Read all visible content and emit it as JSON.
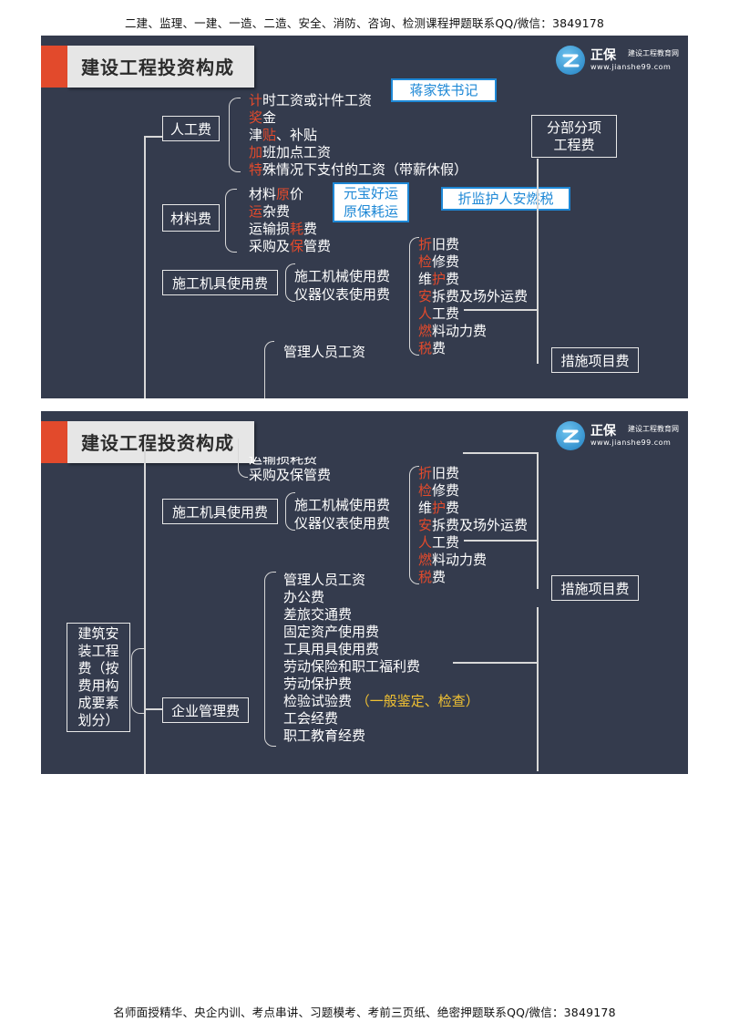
{
  "header": "二建、监理、一建、一造、二造、安全、消防、咨询、检测课程押题联系QQ/微信：3849178",
  "footer": "名师面授精华、央企内训、考点串讲、习题模考、考前三页纸、绝密押题联系QQ/微信：3849178",
  "slide_title": "建设工程投资构成",
  "logo": {
    "name": "正保",
    "sub": "建设工程教育网",
    "url": "www.jianshe99.com"
  },
  "colors": {
    "background": "#343b4d",
    "highlight": "#e24a2c",
    "note": "#1e88d6",
    "yellow": "#f2c232"
  },
  "slide1": {
    "labor_box": "人工费",
    "labor_items": [
      {
        "h": "计",
        "r": "时工资或计件工资"
      },
      {
        "h": "奖",
        "r": "金"
      },
      {
        "p": "津",
        "h": "贴",
        "r": "、补贴"
      },
      {
        "h": "加",
        "r": "班加点工资"
      },
      {
        "h": "特",
        "r": "殊情况下支付的工资（带薪休假）"
      }
    ],
    "labor_note": "蒋家铁书记",
    "material_box": "材料费",
    "material_items": [
      {
        "p": "材料",
        "h": "原",
        "r": "价"
      },
      {
        "h": "运",
        "r": "杂费"
      },
      {
        "p": "运输损",
        "h": "耗",
        "r": "费"
      },
      {
        "p": "采购及",
        "h": "保",
        "r": "管费"
      }
    ],
    "material_note": [
      "元宝好运",
      "原保耗运"
    ],
    "machine_note": "折监护人安燃税",
    "machine_box": "施工机具使用费",
    "machine_items": [
      "施工机械使用费",
      "仪器仪表使用费"
    ],
    "machine_sub": [
      {
        "h": "折",
        "r": "旧费"
      },
      {
        "h": "检",
        "r": "修费"
      },
      {
        "p": "维",
        "h": "护",
        "r": "费"
      },
      {
        "h": "安",
        "r": "拆费及场外运费"
      },
      {
        "h": "人",
        "r": "工费"
      },
      {
        "h": "燃",
        "r": "料动力费"
      },
      {
        "h": "税",
        "r": "费"
      }
    ],
    "section_box": "分部分项\n工程费",
    "mgmt_first": "管理人员工资",
    "measures_box": "措施项目费"
  },
  "slide2": {
    "partial_material": "运输损耗费",
    "material_last": "采购及保管费",
    "machine_box": "施工机具使用费",
    "machine_items": [
      "施工机械使用费",
      "仪器仪表使用费"
    ],
    "machine_sub": [
      {
        "h": "折",
        "r": "旧费"
      },
      {
        "h": "检",
        "r": "修费"
      },
      {
        "p": "维",
        "h": "护",
        "r": "费"
      },
      {
        "h": "安",
        "r": "拆费及场外运费"
      },
      {
        "h": "人",
        "r": "工费"
      },
      {
        "h": "燃",
        "r": "料动力费"
      },
      {
        "h": "税",
        "r": "费"
      }
    ],
    "measures_box": "措施项目费",
    "root_box": "建筑安\n装工程\n费（按\n费用构\n成要素\n划分）",
    "mgmt_box": "企业管理费",
    "mgmt_items": [
      "管理人员工资",
      "办公费",
      "差旅交通费",
      "固定资产使用费",
      "工具用具使用费",
      "劳动保险和职工福利费",
      "劳动保护费",
      "检验试验费",
      "工会经费",
      "职工教育经费"
    ],
    "inspection_note": "（一般鉴定、检查）"
  }
}
